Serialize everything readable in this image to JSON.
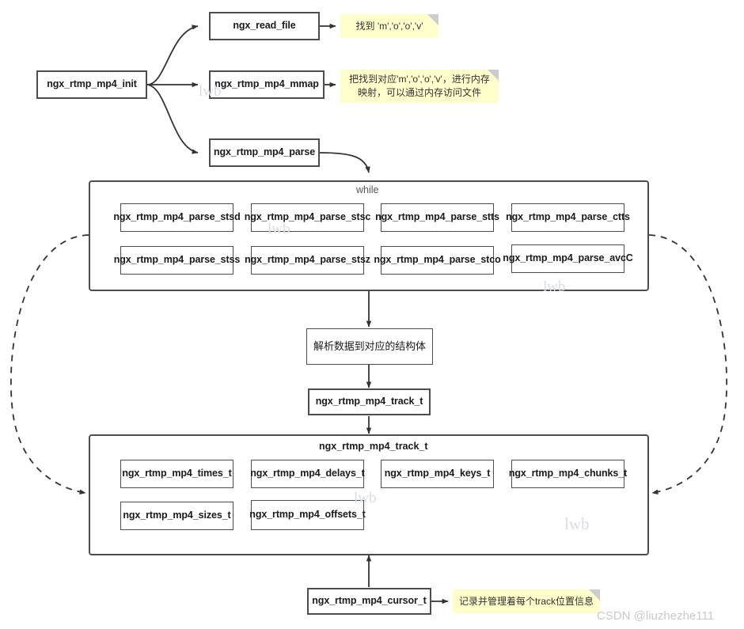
{
  "diagram": {
    "title": "ngx_rtmp mp4 parse flow",
    "colors": {
      "node_border": "#4d4d4d",
      "note_background": "#ffffcc",
      "note_fold": "#cccccc",
      "line": "#333333",
      "watermark": "#d8dce8"
    },
    "entry": {
      "label": "ngx_rtmp_mp4_init"
    },
    "branches": [
      {
        "label": "ngx_read_file"
      },
      {
        "label": "ngx_rtmp_mp4_mmap"
      },
      {
        "label": "ngx_rtmp_mp4_parse"
      }
    ],
    "notes": [
      {
        "text": "找到 'm','o','o','v'"
      },
      {
        "text": "把找到对应'm','o','o','v'，进行内存映射，可以通过内存访问文件"
      },
      {
        "text": "记录并管理着每个track位置信息"
      }
    ],
    "while_group": {
      "label": "while",
      "items": [
        {
          "label": "ngx_rtmp_mp4_parse_stsd"
        },
        {
          "label": "ngx_rtmp_mp4_parse_stsc"
        },
        {
          "label": "ngx_rtmp_mp4_parse_stts"
        },
        {
          "label": "ngx_rtmp_mp4_parse_ctts"
        },
        {
          "label": "ngx_rtmp_mp4_parse_stss"
        },
        {
          "label": "ngx_rtmp_mp4_parse_stsz"
        },
        {
          "label": "ngx_rtmp_mp4_parse_stco"
        },
        {
          "label": "ngx_rtmp_mp4_parse_avcC"
        }
      ]
    },
    "middle": [
      {
        "label": "解析数据到对应的结构体"
      },
      {
        "label": "ngx_rtmp_mp4_track_t"
      }
    ],
    "track_group": {
      "label": "ngx_rtmp_mp4_track_t",
      "items": [
        {
          "label": "ngx_rtmp_mp4_times_t"
        },
        {
          "label": "ngx_rtmp_mp4_delays_t"
        },
        {
          "label": "ngx_rtmp_mp4_keys_t"
        },
        {
          "label": "ngx_rtmp_mp4_chunks_t"
        },
        {
          "label": "ngx_rtmp_mp4_sizes_t"
        },
        {
          "label": "ngx_rtmp_mp4_offsets_t"
        }
      ]
    },
    "cursor": {
      "label": "ngx_rtmp_mp4_cursor_t"
    },
    "watermarks": {
      "tile": "lwb",
      "credit": "CSDN @liuzhezhe111"
    }
  }
}
